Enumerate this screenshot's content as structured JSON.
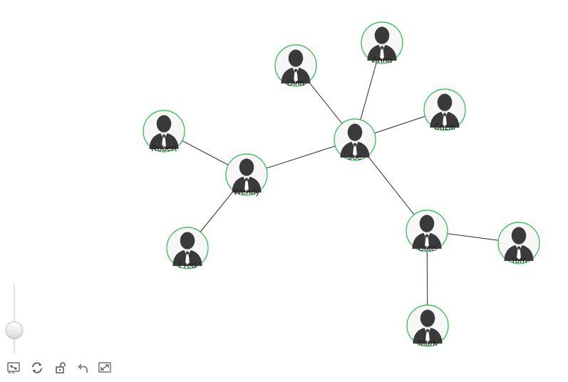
{
  "graph": {
    "nodes": [
      {
        "id": "anna",
        "label": "Anna"
      },
      {
        "id": "dina",
        "label": "Dina"
      },
      {
        "id": "suzie",
        "label": "Suzie"
      },
      {
        "id": "robert",
        "label": "Robert"
      },
      {
        "id": "joe",
        "label": "Joe"
      },
      {
        "id": "wendy",
        "label": "Wendy"
      },
      {
        "id": "cate",
        "label": "Cate"
      },
      {
        "id": "tom",
        "label": "Tom"
      },
      {
        "id": "fred",
        "label": "Fred"
      },
      {
        "id": "mark",
        "label": "Mark"
      }
    ],
    "edges": [
      [
        "joe",
        "anna"
      ],
      [
        "joe",
        "dina"
      ],
      [
        "joe",
        "suzie"
      ],
      [
        "joe",
        "wendy"
      ],
      [
        "joe",
        "cate"
      ],
      [
        "wendy",
        "robert"
      ],
      [
        "wendy",
        "fred"
      ],
      [
        "cate",
        "tom"
      ],
      [
        "cate",
        "mark"
      ]
    ],
    "node_border_color": "#22bb44",
    "edge_color": "#2a2a2a",
    "avatar_color": "#3a3a3a",
    "node_icon": "person-icon"
  },
  "controls": {
    "zoom_level": 0.35,
    "tools": [
      {
        "name": "layout-tool-icon"
      },
      {
        "name": "refresh-icon"
      },
      {
        "name": "lock-icon"
      },
      {
        "name": "undo-icon"
      },
      {
        "name": "fullscreen-icon"
      }
    ]
  }
}
